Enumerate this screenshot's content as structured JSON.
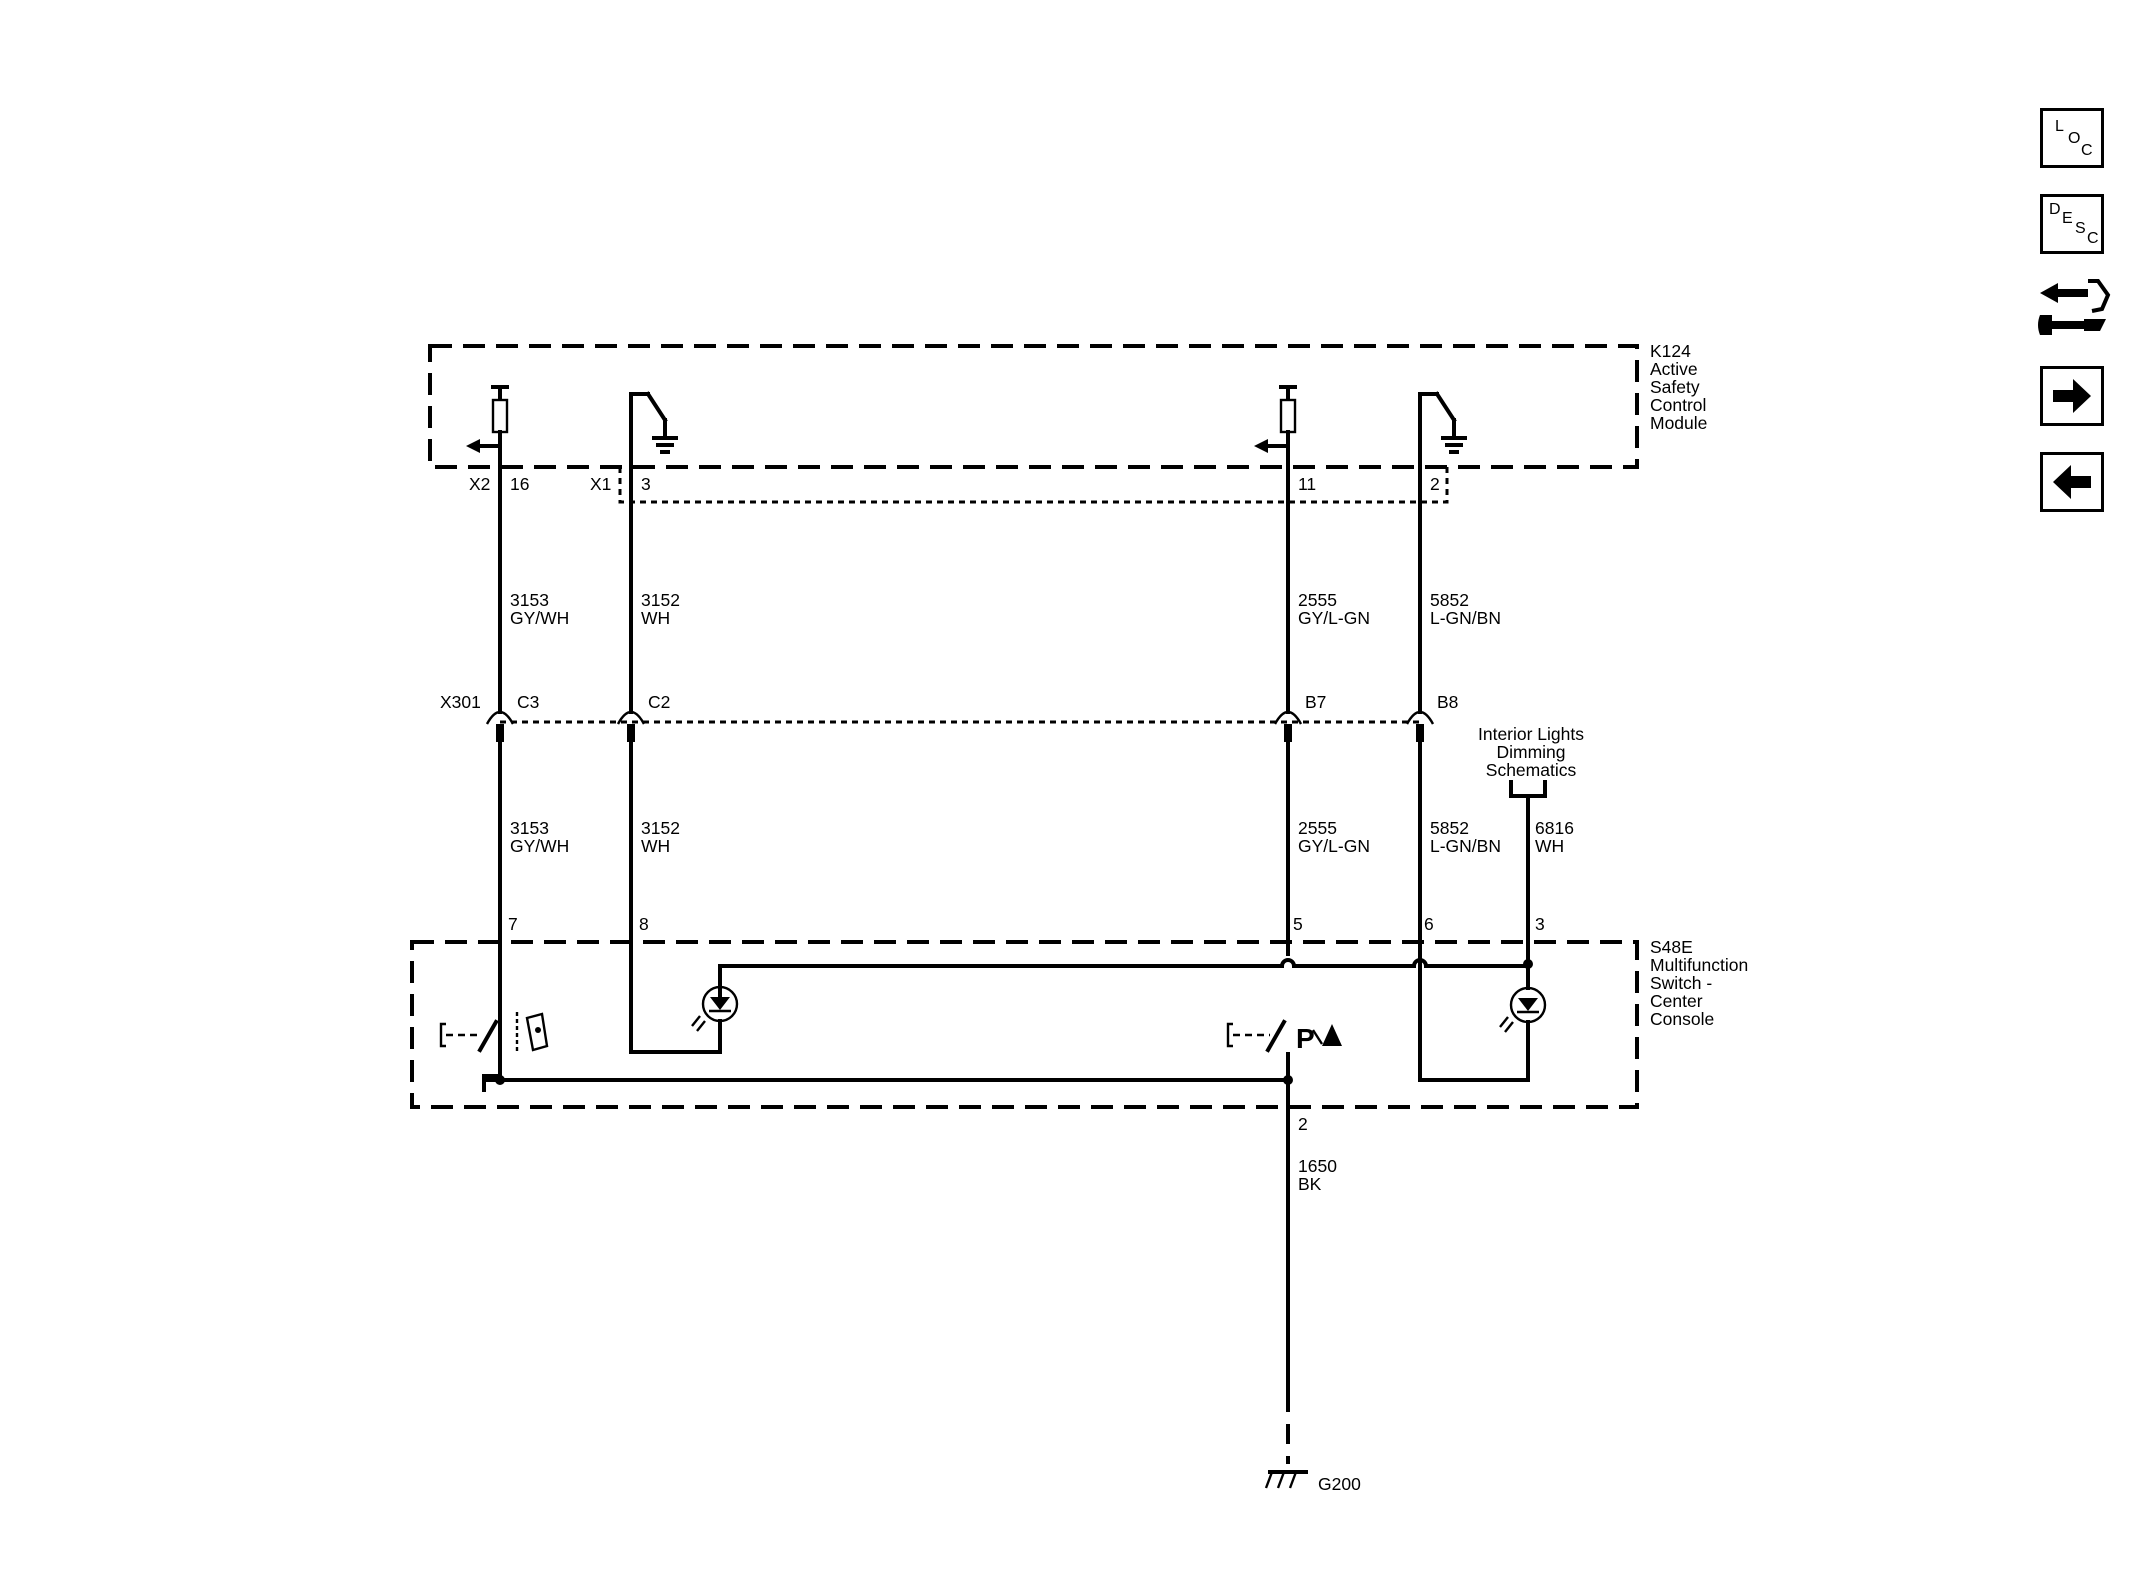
{
  "modules": {
    "k124": {
      "lines": [
        "K124",
        "Active",
        "Safety",
        "Control",
        "Module"
      ]
    },
    "s48e": {
      "lines": [
        "S48E",
        "Multifunction",
        "Switch -",
        "Center",
        "Console"
      ]
    }
  },
  "connectors": {
    "x2": "X2",
    "x1": "X1",
    "x301": "X301",
    "pin_x2_16": "16",
    "pin_x1_3": "3",
    "pin_x1_11": "11",
    "pin_x1_2": "2",
    "pin_c3": "C3",
    "pin_c2": "C2",
    "pin_b7": "B7",
    "pin_b8": "B8",
    "pin_s7": "7",
    "pin_s8": "8",
    "pin_s5": "5",
    "pin_s6": "6",
    "pin_s3": "3",
    "pin_s2": "2"
  },
  "wires": {
    "w3153": {
      "circuit": "3153",
      "color": "GY/WH"
    },
    "w3152": {
      "circuit": "3152",
      "color": "WH"
    },
    "w2555": {
      "circuit": "2555",
      "color": "GY/L-GN"
    },
    "w5852": {
      "circuit": "5852",
      "color": "L-GN/BN"
    },
    "w6816": {
      "circuit": "6816",
      "color": "WH"
    },
    "w1650": {
      "circuit": "1650",
      "color": "BK"
    }
  },
  "reference": {
    "lines": [
      "Interior Lights",
      "Dimming",
      "Schematics"
    ]
  },
  "ground": {
    "label": "G200"
  },
  "nav": {
    "loc": [
      "L",
      "O",
      "C"
    ],
    "desc": [
      "D",
      "E",
      "S",
      "C"
    ]
  },
  "icons": {
    "loc_button": "loc-icon",
    "desc_button": "desc-icon",
    "tool_button": "connector-wrench-icon",
    "next_button": "arrow-right-icon",
    "prev_button": "arrow-left-icon"
  }
}
